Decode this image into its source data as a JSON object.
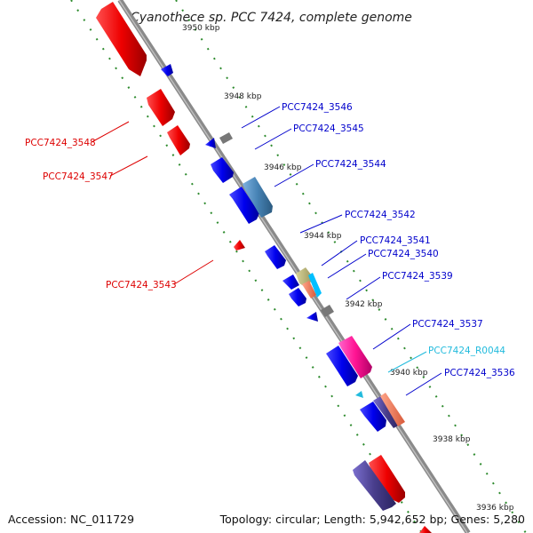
{
  "title": "Cyanothece sp. PCC 7424, complete genome",
  "footer": {
    "accession": "Accession: NC_011729",
    "topology": "Topology: circular; Length: 5,942,652 bp; Genes: 5,280"
  },
  "ruler_labels": [
    "3950 kbp",
    "3948 kbp",
    "3946 kbp",
    "3944 kbp",
    "3942 kbp",
    "3940 kbp",
    "3938 kbp",
    "3936 kbp"
  ],
  "gene_labels": [
    {
      "text": "PCC7424_3546",
      "color": "#0000cc"
    },
    {
      "text": "PCC7424_3545",
      "color": "#0000cc"
    },
    {
      "text": "PCC7424_3544",
      "color": "#0000cc"
    },
    {
      "text": "PCC7424_3542",
      "color": "#0000cc"
    },
    {
      "text": "PCC7424_3541",
      "color": "#0000cc"
    },
    {
      "text": "PCC7424_3540",
      "color": "#0000cc"
    },
    {
      "text": "PCC7424_3539",
      "color": "#0000cc"
    },
    {
      "text": "PCC7424_3537",
      "color": "#0000cc"
    },
    {
      "text": "PCC7424_R0044",
      "color": "#22bbdd"
    },
    {
      "text": "PCC7424_3536",
      "color": "#0000cc"
    },
    {
      "text": "PCC7424_3548",
      "color": "#dd0000"
    },
    {
      "text": "PCC7424_3547",
      "color": "#dd0000"
    },
    {
      "text": "PCC7424_3543",
      "color": "#dd0000"
    }
  ]
}
